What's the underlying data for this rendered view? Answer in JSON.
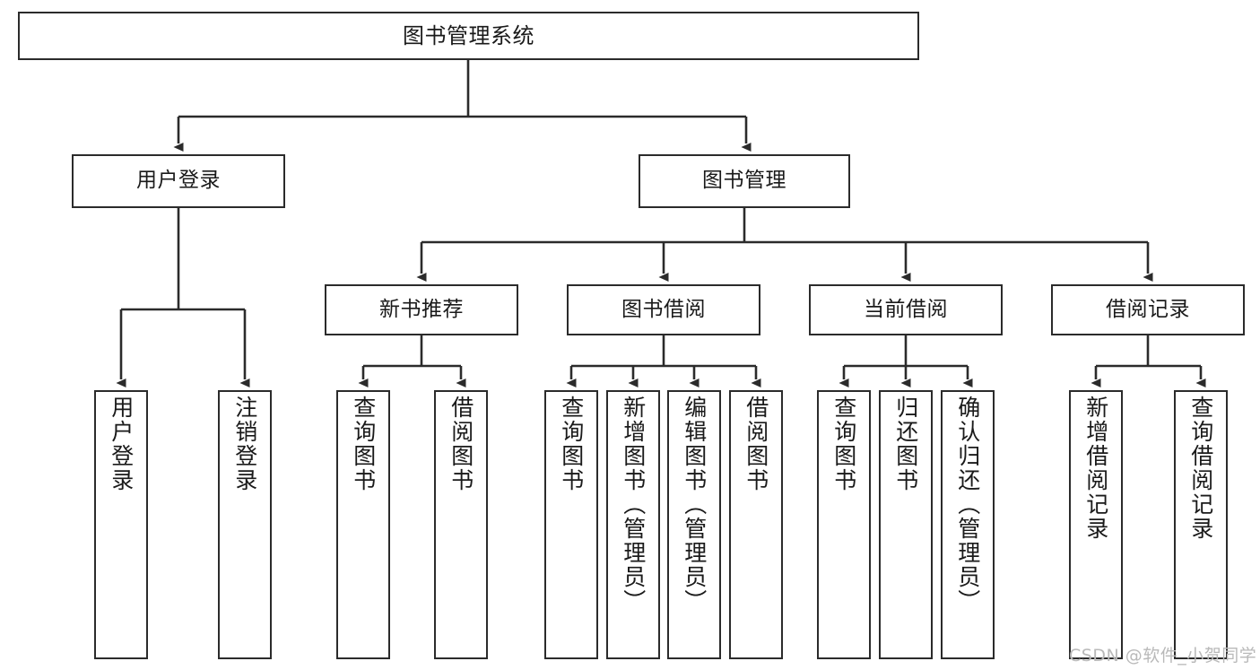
{
  "diagram": {
    "title": "图书管理系统",
    "type": "tree",
    "watermark": "CSDN @软件_小贺同学",
    "colors": {
      "box_border": "#2b2b2b",
      "box_fill": "#ffffff",
      "connector": "#2b2b2b",
      "text": "#1a1a1a",
      "watermark": "#b9b9b9",
      "background": "#ffffff"
    },
    "levels": {
      "root": {
        "label": "图书管理系统"
      },
      "modules": [
        {
          "label": "用户登录"
        },
        {
          "label": "图书管理"
        }
      ],
      "submodules": [
        {
          "label": "新书推荐"
        },
        {
          "label": "图书借阅"
        },
        {
          "label": "当前借阅"
        },
        {
          "label": "借阅记录"
        }
      ],
      "leaves": [
        {
          "label": "用户登录",
          "parent": "用户登录"
        },
        {
          "label": "注销登录",
          "parent": "用户登录"
        },
        {
          "label": "查询图书",
          "parent": "新书推荐"
        },
        {
          "label": "借阅图书",
          "parent": "新书推荐"
        },
        {
          "label": "查询图书",
          "parent": "图书借阅"
        },
        {
          "label": "新增图书（管理员）",
          "parent": "图书借阅"
        },
        {
          "label": "编辑图书（管理员）",
          "parent": "图书借阅"
        },
        {
          "label": "借阅图书",
          "parent": "图书借阅"
        },
        {
          "label": "查询图书",
          "parent": "当前借阅"
        },
        {
          "label": "归还图书",
          "parent": "当前借阅"
        },
        {
          "label": "确认归还（管理员）",
          "parent": "当前借阅"
        },
        {
          "label": "新增借阅记录",
          "parent": "借阅记录"
        },
        {
          "label": "查询借阅记录",
          "parent": "借阅记录"
        }
      ]
    }
  }
}
